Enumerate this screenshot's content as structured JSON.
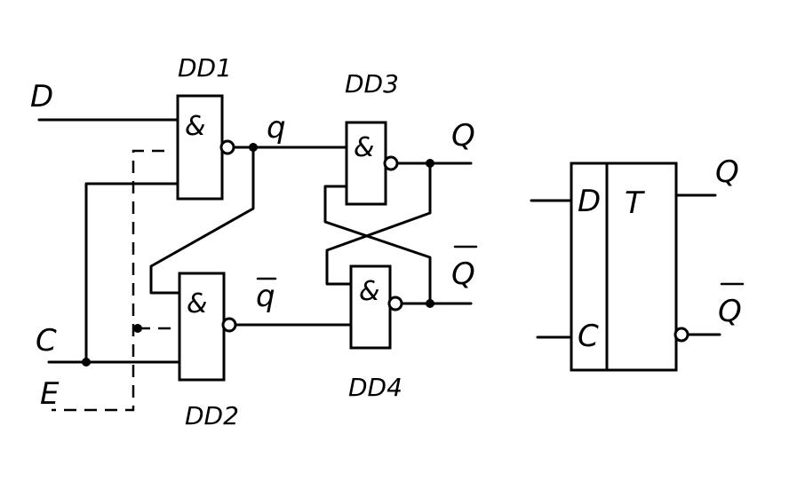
{
  "labels": {
    "input_d": "D",
    "input_c": "C",
    "input_e": "E",
    "gate_dd1": "DD1",
    "gate_dd2": "DD2",
    "gate_dd3": "DD3",
    "gate_dd4": "DD4",
    "net_q": "q",
    "net_q_bar": "q",
    "out_q": "Q",
    "out_q_bar": "Q"
  },
  "gates": {
    "dd1_symbol": "&",
    "dd2_symbol": "&",
    "dd3_symbol": "&",
    "dd4_symbol": "&"
  },
  "symbol": {
    "in_d": "D",
    "in_c": "C",
    "func": "T",
    "out_q": "Q",
    "out_q_bar": "Q"
  }
}
